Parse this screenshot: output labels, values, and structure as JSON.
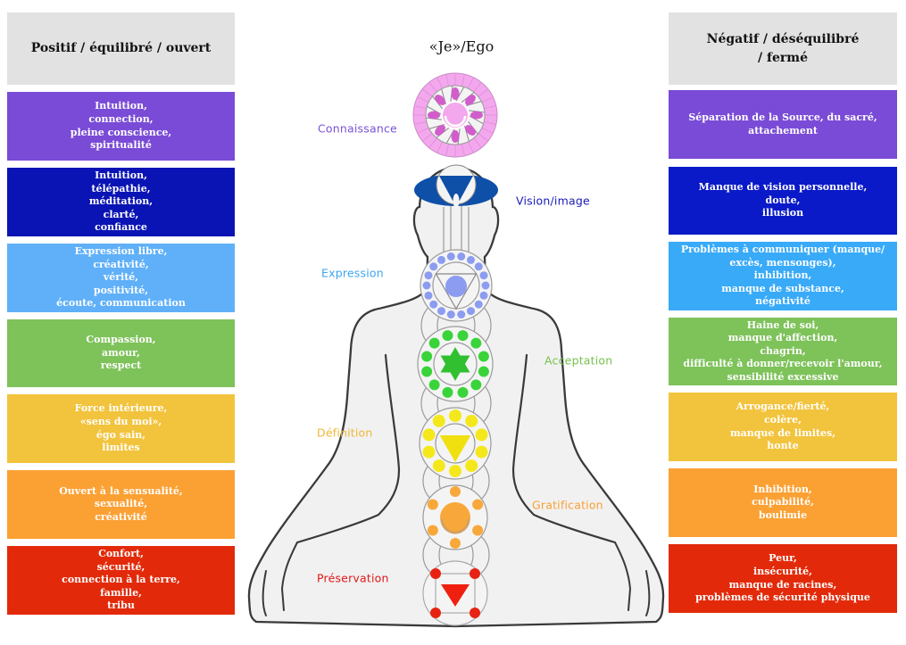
{
  "left_column": {
    "header": "Positif / équilibré / ouvert",
    "items": [
      {
        "text": "Intuition,\nconnection,\npleine conscience,\nspiritualité",
        "color": "#7a4bd6"
      },
      {
        "text": "Intuition,\ntélépathie,\nméditation,\nclarté,\nconfiance",
        "color": "#0a14b4"
      },
      {
        "text": "Expression libre,\ncréativité,\nvérité,\npositivité,\nécoute, communication",
        "color": "#5fb0f8"
      },
      {
        "text": "Compassion,\namour,\nrespect",
        "color": "#7ec25a"
      },
      {
        "text": "Force intérieure,\n«sens du moi»,\négo sain,\nlimites",
        "color": "#f2c33c"
      },
      {
        "text": "Ouvert à la sensualité,\nsexualité,\ncréativité",
        "color": "#fba134"
      },
      {
        "text": "Confort,\nsécurité,\nconnection à la terre,\nfamille,\ntribu",
        "color": "#e22a0a"
      }
    ]
  },
  "right_column": {
    "header": "Négatif / déséquilibré\n/ fermé",
    "items": [
      {
        "text": "Séparation de la Source, du sacré,\nattachement",
        "color": "#7a4bd6"
      },
      {
        "text": "Manque de vision personnelle,\ndoute,\nillusion",
        "color": "#0a1ac8"
      },
      {
        "text": "Problèmes à communiquer (manque/\nexcès, mensonges),\ninhibition,\nmanque de substance,\nnégativité",
        "color": "#38aaf8"
      },
      {
        "text": "Haine de soi,\nmanque d'affection,\nchagrin,\ndifficulté à donner/recevoir l'amour,\nsensibilité excessive",
        "color": "#7ec25a"
      },
      {
        "text": "Arrogance/fierté,\ncolère,\nmanque de limites,\nhonte",
        "color": "#f2c33c"
      },
      {
        "text": "Inhibition,\nculpabilité,\nboulimie",
        "color": "#fba134"
      },
      {
        "text": "Peur,\ninsécurité,\nmanque de racines,\nproblèmes de sécurité physique",
        "color": "#e22a0a"
      }
    ]
  },
  "center": {
    "title": "«Je»/Ego",
    "labels": [
      {
        "text": "Connaissance",
        "color": "#7b52d8"
      },
      {
        "text": "Vision/image",
        "color": "#1a1ab8"
      },
      {
        "text": "Expression",
        "color": "#3ca4f0"
      },
      {
        "text": "Acceptation",
        "color": "#78c050"
      },
      {
        "text": "Définition",
        "color": "#f0b838"
      },
      {
        "text": "Gratification",
        "color": "#f8a032"
      },
      {
        "text": "Préservation",
        "color": "#e01818"
      }
    ]
  },
  "chakras": [
    {
      "id": "crown",
      "color": "#f3a8ee",
      "accent": "#d35ccd"
    },
    {
      "id": "third-eye",
      "color": "#0e4fa8",
      "accent": "#0e4fa8"
    },
    {
      "id": "throat",
      "color": "#8c9cf0",
      "accent": "#8c9cf0"
    },
    {
      "id": "heart",
      "color": "#3ad43a",
      "accent": "#30c030"
    },
    {
      "id": "solar-plexus",
      "color": "#f4e81c",
      "accent": "#f0e010"
    },
    {
      "id": "sacral",
      "color": "#f8a83a",
      "accent": "#d4a060"
    },
    {
      "id": "root",
      "color": "#e82212",
      "accent": "#f02010"
    }
  ]
}
